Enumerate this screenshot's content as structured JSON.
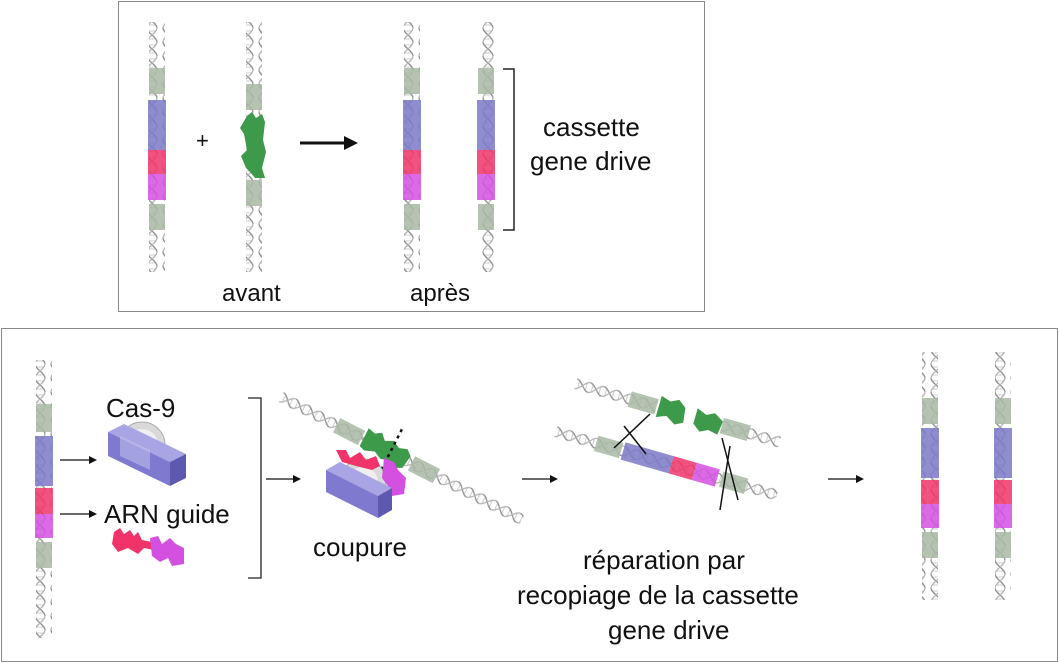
{
  "top_panel": {
    "plus": "+",
    "label_before": "avant",
    "label_after": "après",
    "cassette_line1": "cassette",
    "cassette_line2": "gene drive"
  },
  "bottom_panel": {
    "cas9_label": "Cas-9",
    "guide_label": "ARN guide",
    "cut_label": "coupure",
    "repair_line1": "réparation par",
    "repair_line2": "recopiage de la cassette",
    "repair_line3": "gene drive"
  },
  "colors": {
    "homology_arm": "#a9b8a6",
    "cas9_gene": "#7b78c8",
    "guide_gene_red": "#f0346a",
    "guide_gene_magenta": "#d350e0",
    "target_green": "#3d9a4a",
    "dna_strand": "#9a9a9a"
  }
}
